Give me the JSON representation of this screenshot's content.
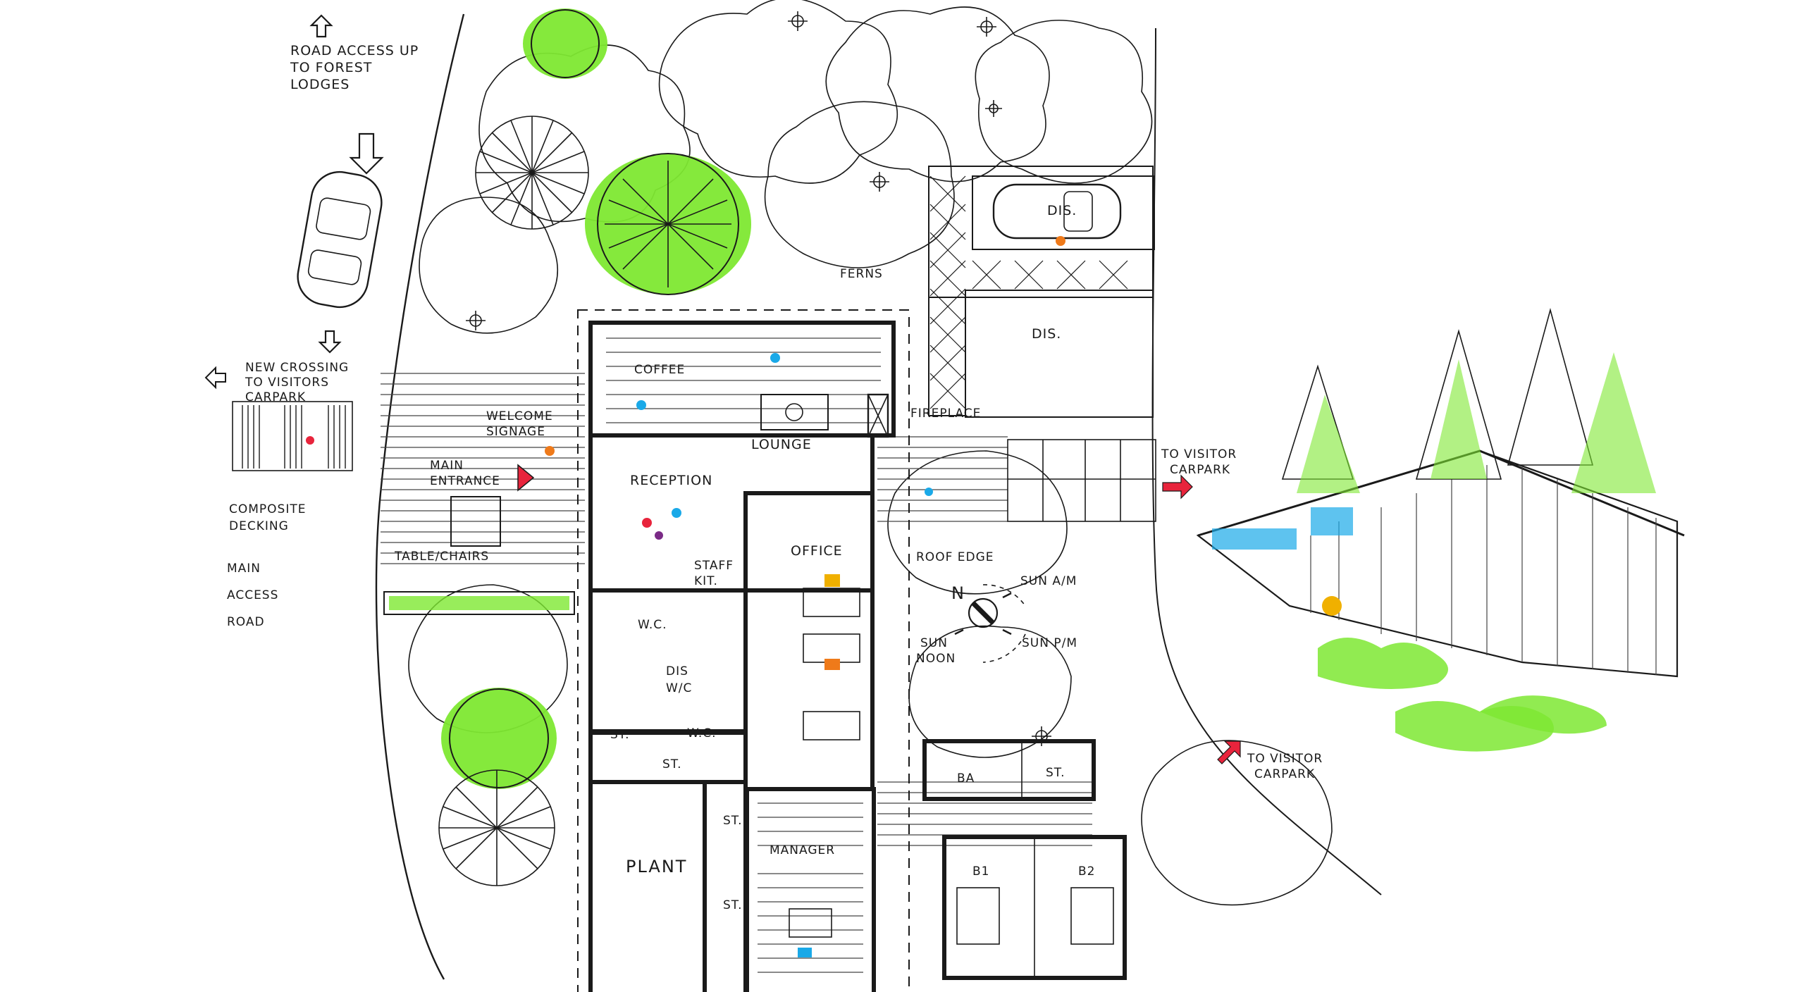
{
  "labels": {
    "road_access": [
      "ROAD ACCESS UP",
      "TO FOREST",
      "LODGES"
    ],
    "new_crossing": [
      "NEW CROSSING",
      "TO VISITORS",
      "CARPARK"
    ],
    "welcome_signage": [
      "WELCOME",
      "SIGNAGE"
    ],
    "main_entrance": [
      "MAIN",
      "ENTRANCE"
    ],
    "composite_decking": [
      "COMPOSITE",
      "DECKING"
    ],
    "table_chairs": "TABLE/CHAIRS",
    "main_access_road": [
      "MAIN",
      "ACCESS",
      "ROAD"
    ],
    "coffee": "COFFEE",
    "lounge": "LOUNGE",
    "fireplace": "FIREPLACE",
    "reception": "RECEPTION",
    "office": "OFFICE",
    "staff_kit": [
      "STAFF",
      "KIT."
    ],
    "wc": "W.C.",
    "dis_wc": [
      "DIS",
      "W/C"
    ],
    "st": "ST.",
    "plant": "PLANT",
    "manager": "MANAGER",
    "roof_edge": "ROOF EDGE",
    "ferns": "FERNS",
    "dis": "DIS.",
    "to_visitor_carpark": [
      "TO VISITOR",
      "CARPARK"
    ],
    "north": "N",
    "sun_am": "SUN A/M",
    "sun_pm": "SUN P/M",
    "sun_noon": [
      "SUN",
      "NOON"
    ],
    "ba": "BA",
    "b1": "B1",
    "b2": "B2"
  },
  "colors": {
    "ink": "#1a1a1a",
    "tree_highlight": "#7ee832",
    "arrow_red": "#e8243c",
    "accent_blue": "#1aa9e8",
    "accent_yellow": "#f0b000",
    "accent_orange": "#ef7a1a",
    "decking_line": "#444444"
  },
  "icons": {
    "compass": "north-arrow-compass-icon",
    "car": "car-top-view-icon",
    "tree": "tree-canopy-icon",
    "entrance_arrow": "red-triangle-arrow-icon"
  }
}
